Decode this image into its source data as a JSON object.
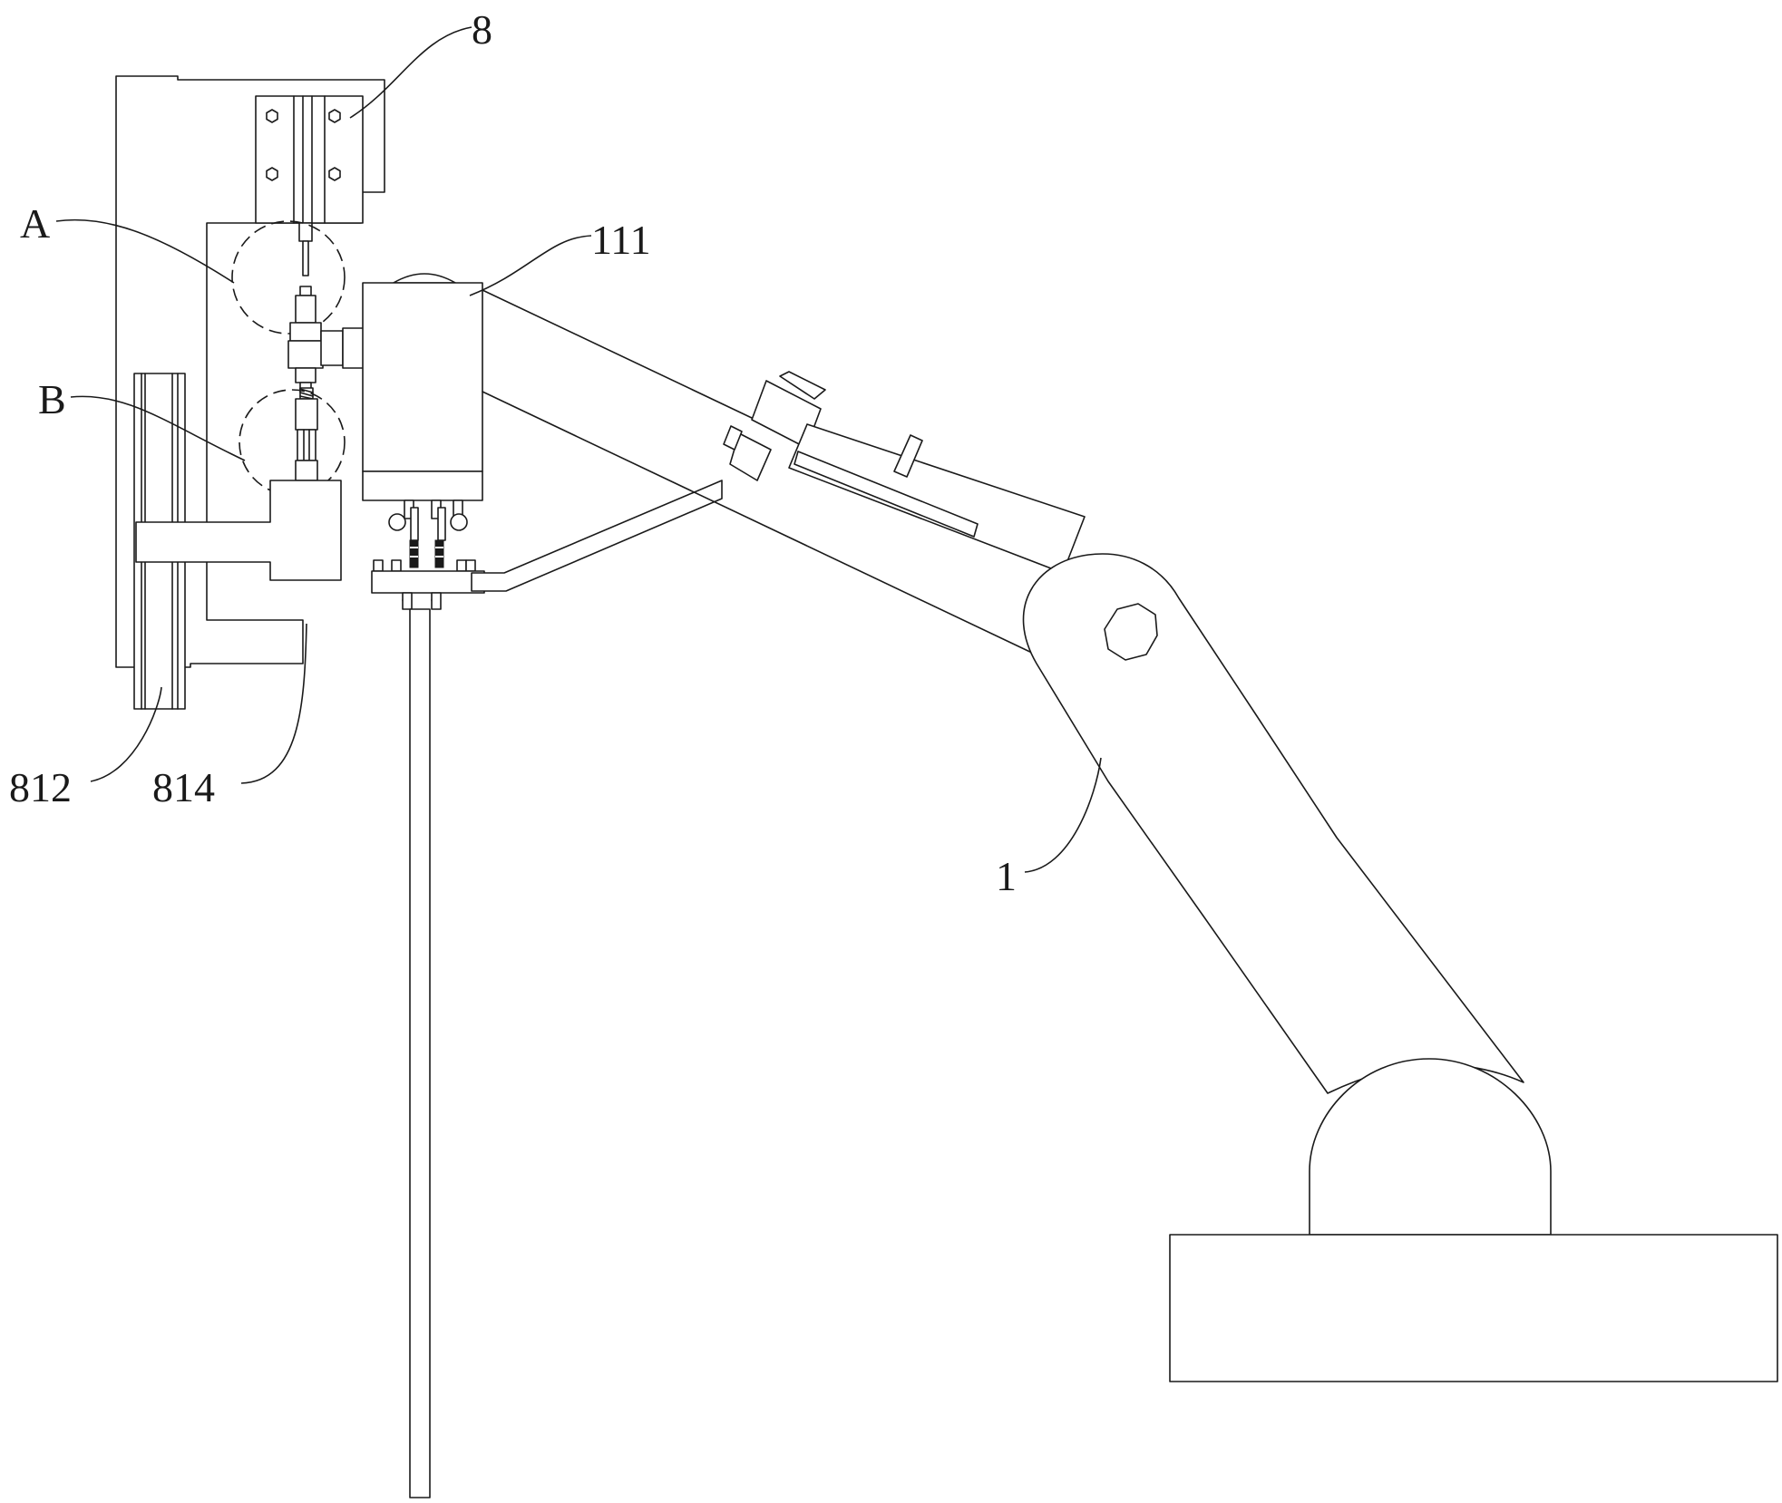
{
  "labels": {
    "label_8": "8",
    "label_a": "A",
    "label_111": "111",
    "label_b": "B",
    "label_812": "812",
    "label_814": "814",
    "label_1": "1"
  }
}
